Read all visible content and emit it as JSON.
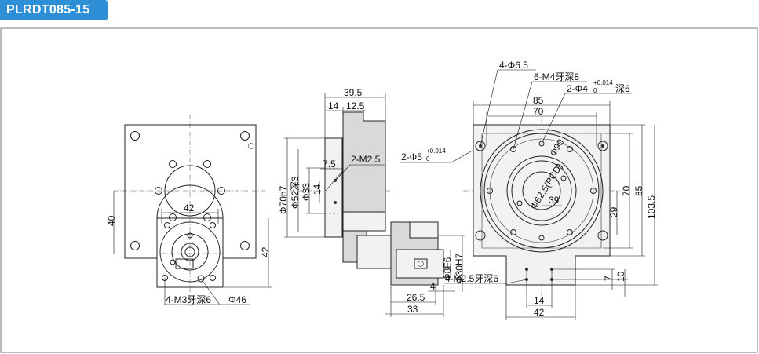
{
  "model_tag": "PLRDT085-15",
  "left_view": {
    "dims": {
      "d42": "42",
      "d40": "40",
      "d42v": "42",
      "m3": "4-M3牙深6",
      "phi46": "Φ46"
    }
  },
  "side_view": {
    "dims": {
      "d39_5": "39.5",
      "d14": "14",
      "d12_5": "12.5",
      "d7_5": "7.5",
      "m2_5": "2-M2.5",
      "phi70": "Φ70h7",
      "phi52": "Φ52深3",
      "phi33": "Φ33",
      "d14v": "14",
      "phi5": "2-Φ5",
      "phi5_tol": "+0.014",
      "phi5_tol0": "0",
      "phi8": "Φ8F6",
      "phi30": "Φ30H7",
      "d4": "4",
      "d26_5": "26.5",
      "d33": "33"
    }
  },
  "front_view": {
    "dims": {
      "phi6_5": "4-Φ6.5",
      "m4": "6-M4牙深8",
      "phi4": "2-Φ4",
      "phi4_tol": "+0.014",
      "phi4_tol0": "0",
      "phi4_depth": "深6",
      "d85": "85",
      "d70": "70",
      "phi90": "Φ90",
      "pcd": "Φ62.5(PCD)",
      "d39": "39",
      "d29": "29",
      "d70v": "70",
      "d85v": "85",
      "d103_5": "103.5",
      "d7": "7",
      "d10": "10",
      "d14": "14",
      "d42": "42",
      "m2_5d": "4-M2.5牙深6"
    }
  }
}
